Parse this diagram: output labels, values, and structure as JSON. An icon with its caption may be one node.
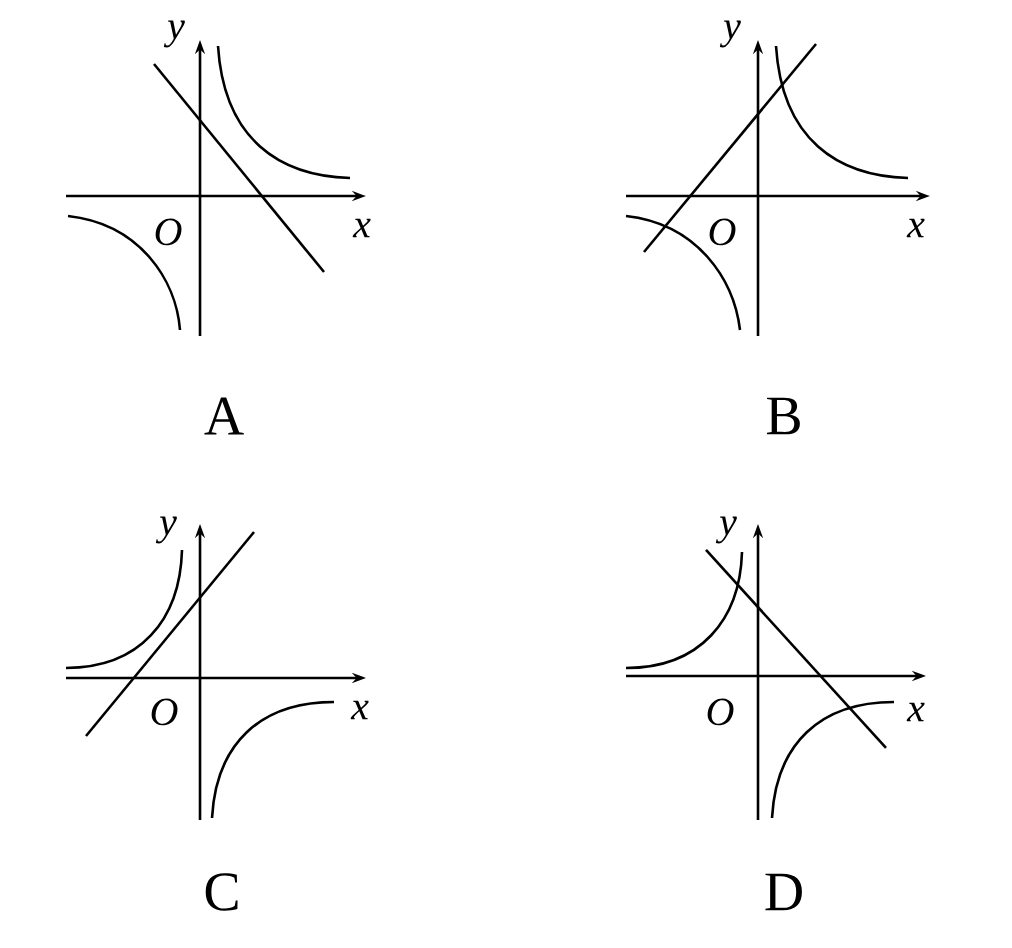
{
  "diagram": {
    "labels": [
      "y",
      "y",
      "O",
      "x",
      "O",
      "x",
      "A",
      "B",
      "y",
      "y",
      "O",
      "x",
      "O",
      "x",
      "C",
      "D"
    ]
  }
}
